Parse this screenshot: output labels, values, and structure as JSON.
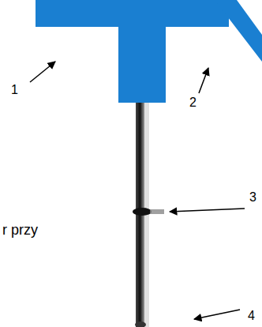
{
  "diagram": {
    "labels": [
      "1",
      "2",
      "3",
      "4",
      "r przy"
    ]
  }
}
